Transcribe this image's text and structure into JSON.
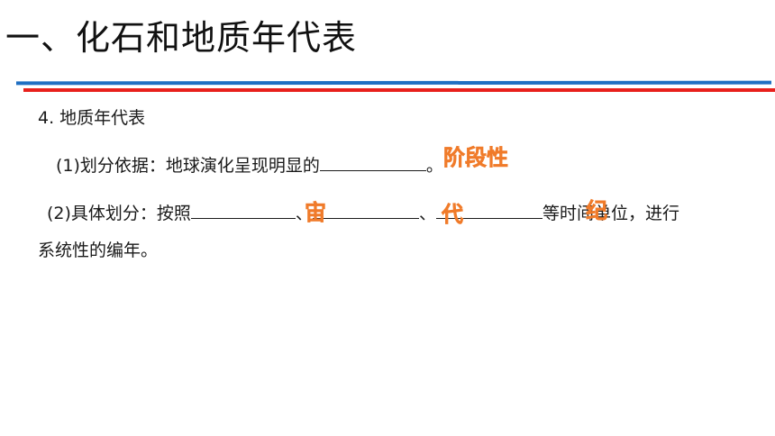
{
  "slide": {
    "title": "一、化石和地质年代表",
    "heading": "4. 地质年代表",
    "q1": {
      "prefix": "(1)划分依据：地球演化呈现明显的",
      "suffix": "。",
      "answer": "阶段性"
    },
    "q2": {
      "prefix": "(2)具体划分：按照",
      "sep1": "、",
      "sep2": "、",
      "suffix": "等时间单位，进行",
      "continuation": "系统性的编年。",
      "answers": [
        "宙",
        "代",
        "纪"
      ]
    }
  },
  "colors": {
    "blue_rule": "#1f6fc2",
    "red_rule": "#e8201c",
    "answer": "#f07b2a"
  }
}
